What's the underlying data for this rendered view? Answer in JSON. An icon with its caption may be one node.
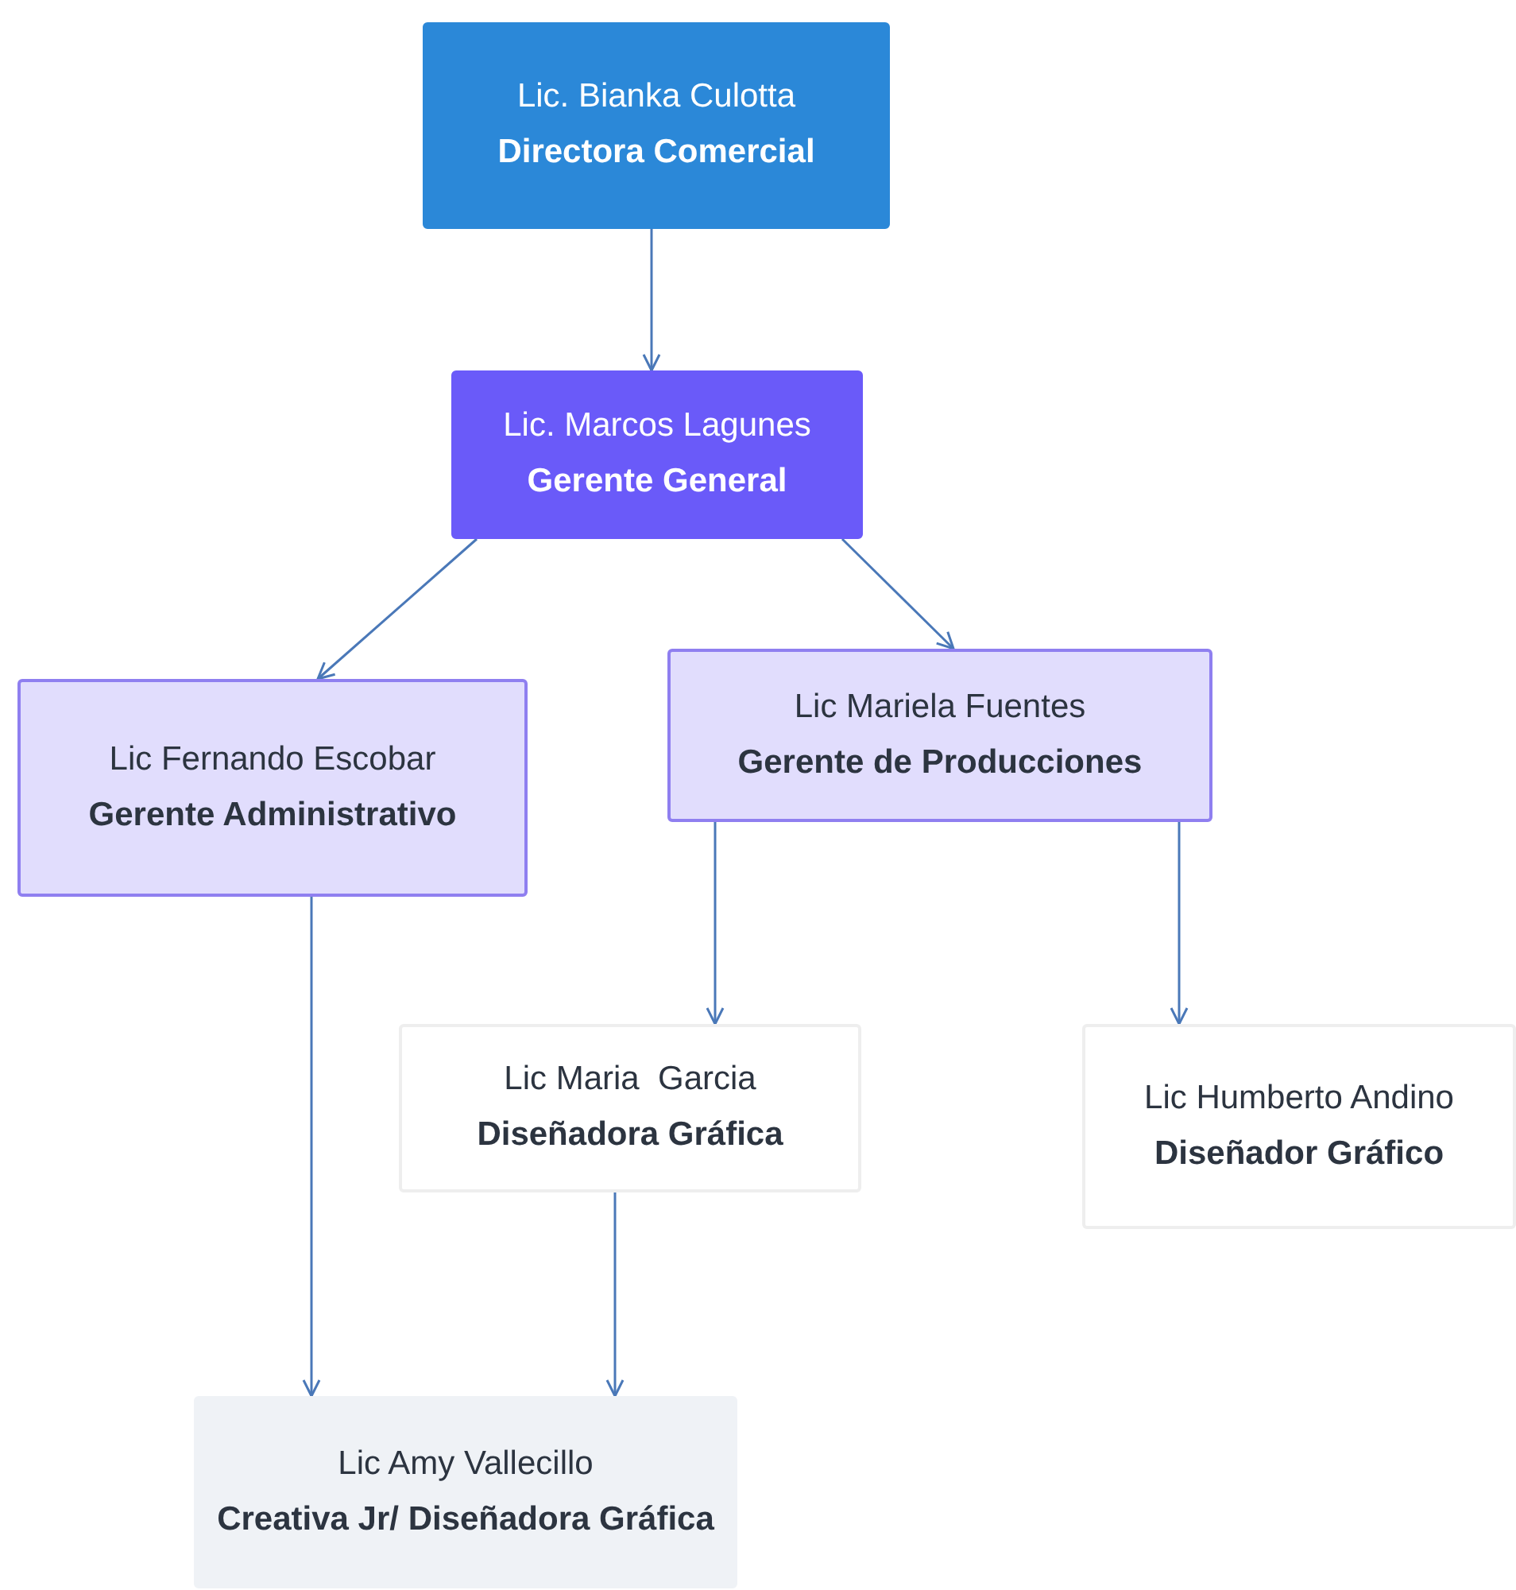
{
  "diagram": {
    "nodes": [
      {
        "text": [
          "Lic. Bianka Culotta",
          "Directora Comercial"
        ]
      },
      {
        "text": [
          "Lic. Marcos Lagunes",
          "Gerente General"
        ]
      },
      {
        "text": [
          "Lic Fernando Escobar",
          "Gerente Administrativo"
        ]
      },
      {
        "text": [
          "Lic Mariela Fuentes",
          "Gerente de Producciones"
        ]
      },
      {
        "text": [
          "Lic Maria  Garcia",
          "Diseñadora Gráfica"
        ]
      },
      {
        "text": [
          "Lic Humberto Andino",
          "Diseñador Gráfico"
        ]
      },
      {
        "text": [
          "Lic Amy Vallecillo",
          "Creativa Jr/ Diseñadora Gráfica"
        ]
      }
    ],
    "edges": [
      {
        "from": 0,
        "to": 1,
        "arrow": "to"
      },
      {
        "from": 1,
        "to": 2,
        "arrow": "to"
      },
      {
        "from": 1,
        "to": 3,
        "arrow": "to"
      },
      {
        "from": 3,
        "to": 4,
        "arrow": "to"
      },
      {
        "from": 3,
        "to": 5,
        "arrow": "to"
      },
      {
        "from": 2,
        "to": 6,
        "arrow": "to"
      },
      {
        "from": 4,
        "to": 6,
        "arrow": "to"
      }
    ]
  }
}
